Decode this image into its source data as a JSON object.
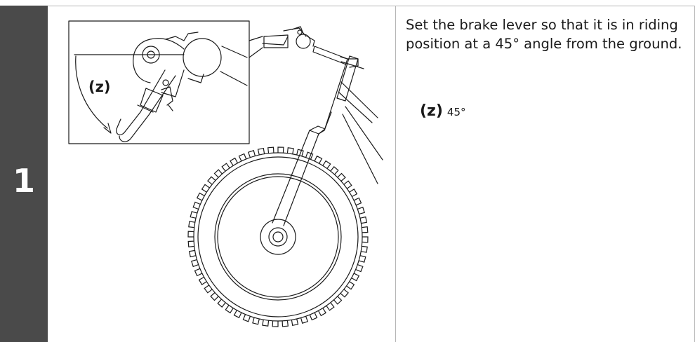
{
  "step": {
    "number": "1"
  },
  "instruction": {
    "text": "Set the brake lever so that it is in riding position at a 45° angle from the ground."
  },
  "callout": {
    "label": "(z)"
  },
  "legend": {
    "key": "(z)",
    "value": "45°"
  },
  "colors": {
    "step_bar": "#4a4a4a",
    "lines": "#1a1a1a",
    "frame": "#b5b5b5"
  }
}
